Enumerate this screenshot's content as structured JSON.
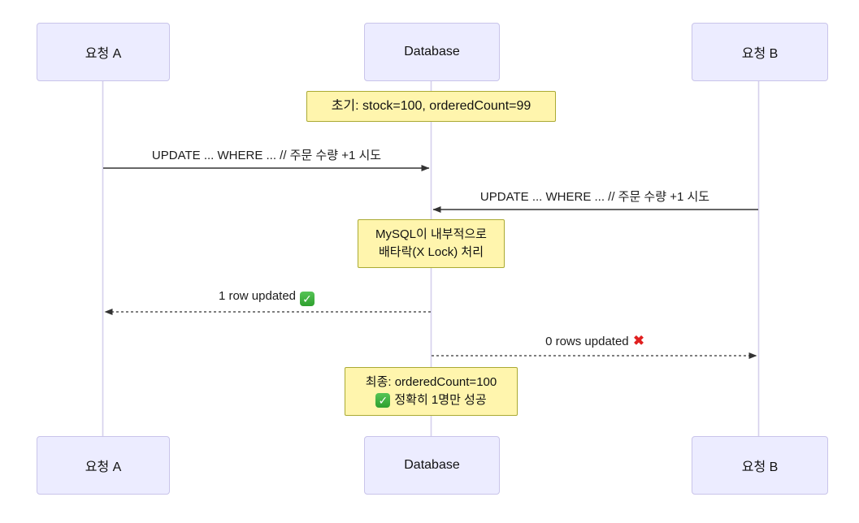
{
  "diagram": {
    "type": "sequence-diagram",
    "actors": [
      {
        "id": "A",
        "label": "요청 A"
      },
      {
        "id": "DB",
        "label": "Database"
      },
      {
        "id": "B",
        "label": "요청 B"
      }
    ],
    "notes": [
      {
        "over": "Database",
        "lines": [
          "초기: stock=100, orderedCount=99"
        ]
      },
      {
        "over": "Database",
        "lines": [
          "MySQL이 내부적으로",
          "배타락(X Lock) 처리"
        ]
      },
      {
        "over": "Database",
        "lines": [
          "최종: orderedCount=100",
          "정확히 1명만 성공"
        ],
        "line2_icon": "check-emoji"
      }
    ],
    "messages": [
      {
        "from": "요청 A",
        "to": "Database",
        "line": "solid",
        "label": "UPDATE ... WHERE ... // 주문 수량 +1 시도"
      },
      {
        "from": "요청 B",
        "to": "Database",
        "line": "solid",
        "label": "UPDATE ... WHERE ... // 주문 수량 +1 시도"
      },
      {
        "from": "Database",
        "to": "요청 A",
        "line": "dashed",
        "label": "1 row updated",
        "icon": "check-emoji"
      },
      {
        "from": "Database",
        "to": "요청 B",
        "line": "dashed",
        "label": "0 rows updated",
        "icon": "cross-emoji"
      }
    ],
    "colors": {
      "actor_fill": "#ECECFF",
      "actor_border": "#C9C4EA",
      "note_fill": "#FFF5AD",
      "note_border": "#AAAA33",
      "message_line": "#333333",
      "lifeline": "#D6D0EC",
      "check_green": "#2FA02F",
      "cross_red": "#E02020",
      "background": "#FFFFFF"
    }
  }
}
